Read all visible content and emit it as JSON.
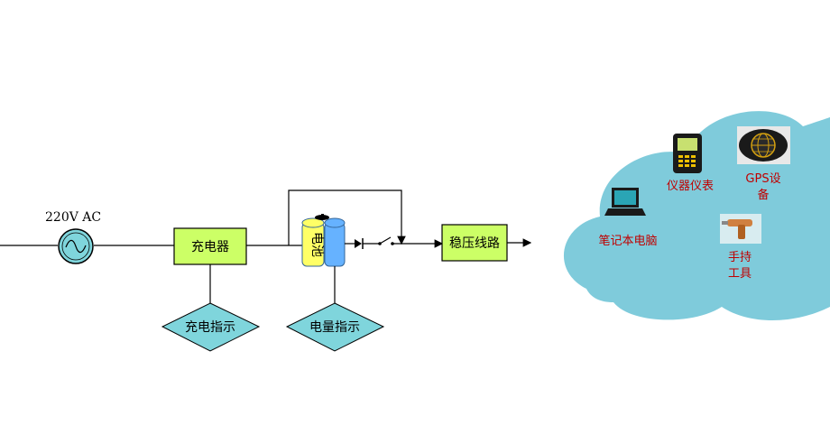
{
  "source": {
    "label": "220V AC"
  },
  "blocks": {
    "charger": "充电器",
    "regulator": "稳压线路",
    "battery": "电池"
  },
  "indicators": {
    "charge": "充电指示",
    "power": "电量指示"
  },
  "devices": {
    "instrument": "仪器仪表",
    "gps_line1": "GPS设",
    "gps_line2": "备",
    "laptop": "笔记本电脑",
    "tool_line1": "手持",
    "tool_line2": "工具"
  },
  "colors": {
    "block_fill": "#ccff66",
    "indicator_fill": "#7fd5dc",
    "cloud_fill": "#7fcbdb",
    "device_text": "#c00000",
    "battery_blue": "#66b2ff",
    "battery_yellow": "#ffff66"
  }
}
